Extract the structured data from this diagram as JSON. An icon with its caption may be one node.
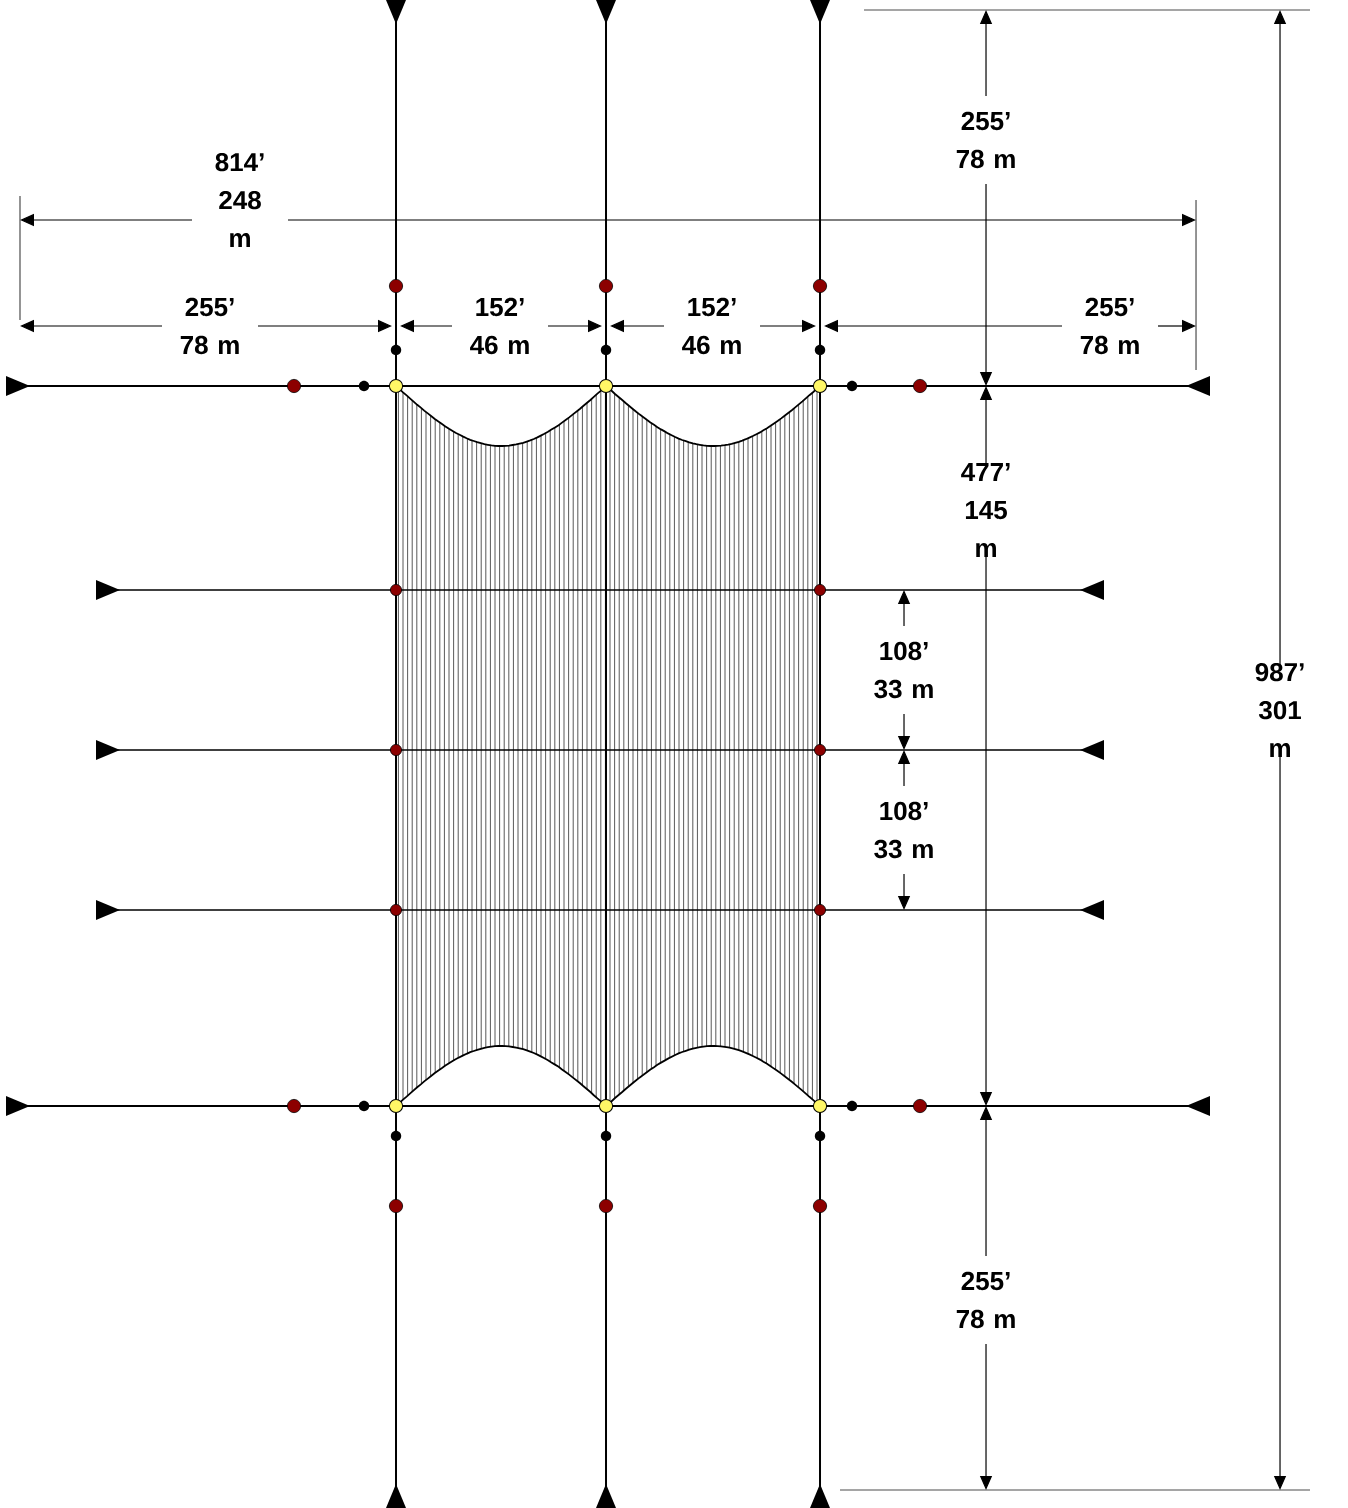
{
  "diagram": {
    "labels": [
      "255’ 78 m",
      "814’ 248 m",
      "255’ 78 m",
      "152’ 46 m",
      "152’ 46 m",
      "255’ 78 m",
      "477’ 145 m",
      "108’ 33 m",
      "108’ 33 m",
      "987’ 301 m",
      "255’ 78 m"
    ]
  }
}
